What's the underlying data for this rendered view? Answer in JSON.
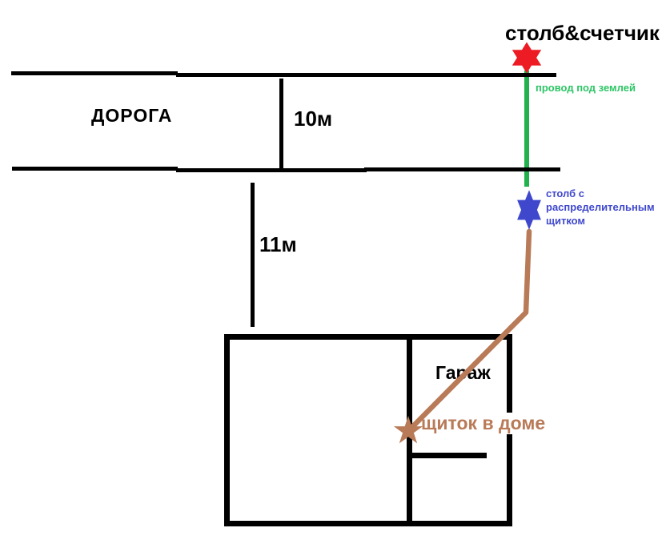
{
  "diagram": {
    "title": "столб&счетчик",
    "road": {
      "label": "ДОРОГА",
      "width_label": "10м"
    },
    "house": {
      "offset_label": "11м",
      "garage_label": "Гараж",
      "panel_label": "щиток в доме"
    },
    "wires": {
      "underground_label": "провод под землей"
    },
    "distribution_pole_label": {
      "line1": "столб с",
      "line2": "распределительным",
      "line3": "щитком"
    },
    "markers": {
      "meter_pole_marker": "red-six-point-star",
      "distribution_pole_marker": "blue-six-point-star",
      "house_panel_marker": "brown-five-point-star"
    },
    "colors": {
      "ink": "#000000",
      "meter_pole_red": "#ED1C24",
      "underground_green": "#22B14C",
      "underground_text_green": "#2DC565",
      "distribution_blue": "#3F48CC",
      "house_wire_brown": "#B97A57"
    }
  }
}
